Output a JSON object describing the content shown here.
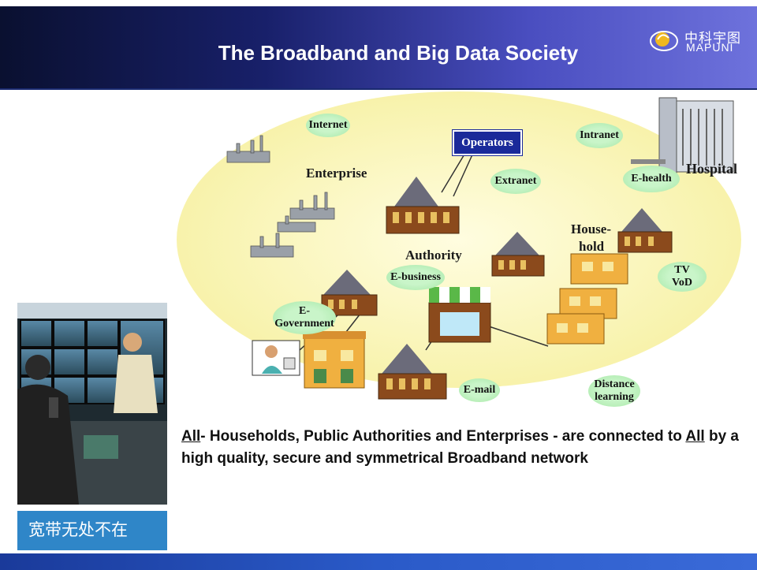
{
  "header": {
    "title": "The Broadband and Big Data Society",
    "logo_cn": "中科宇图",
    "logo_en": "MAPUNI"
  },
  "diagram": {
    "operators": "Operators",
    "nodes": {
      "internet": "Internet",
      "intranet": "Intranet",
      "extranet": "Extranet",
      "ehealth": "E-health",
      "ebusiness": "E-business",
      "egov_line1": "E-",
      "egov_line2": "Government",
      "tv_line1": "TV",
      "tv_line2": "VoD",
      "email": "E-mail",
      "distance_line1": "Distance",
      "distance_line2": "learning"
    },
    "labels": {
      "enterprise": "Enterprise",
      "authority": "Authority",
      "household_line1": "House-",
      "household_line2": "hold",
      "hospital": "Hospital"
    }
  },
  "statement": {
    "all_first": "All",
    "middle": "- Households, Public Authorities and Enterprises - are connected to ",
    "all_second": "All",
    "rest": " by a high quality, secure and symmetrical Broadband network"
  },
  "side": {
    "caption": "宽带无处不在"
  },
  "colors": {
    "header_dark": "#0a1030",
    "header_light": "#6e72dc",
    "ellipse": "#fbf7c0",
    "bubble": "#c9f5c9",
    "operators_box": "#1a2a9a",
    "caption_bg": "#2f86c8"
  }
}
